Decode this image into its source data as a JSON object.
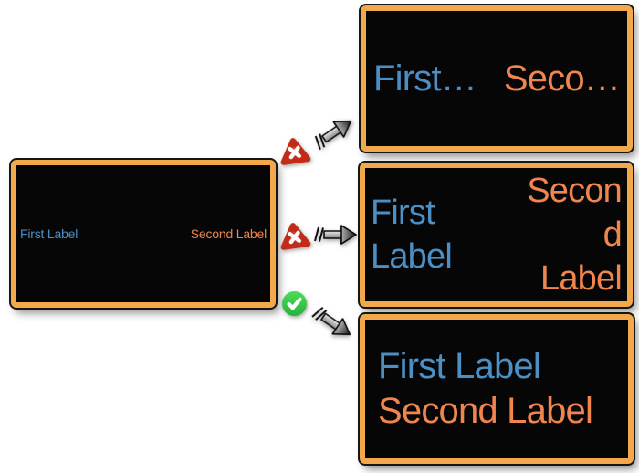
{
  "source_box": {
    "first_label": "First Label",
    "second_label": "Second Label"
  },
  "results": {
    "truncated": {
      "first": "First…",
      "second": "Seco…",
      "verdict": "fail"
    },
    "wrapped": {
      "first_lines": [
        "First",
        "Label"
      ],
      "second_lines": [
        "Secon",
        "d",
        "Label"
      ],
      "verdict": "fail"
    },
    "stacked": {
      "first": "First Label",
      "second": "Second Label",
      "verdict": "pass"
    }
  },
  "icons": {
    "fail": "x-triangle-icon",
    "pass": "check-circle-icon",
    "arrow": "arrow-icon"
  },
  "colors": {
    "first_label_blue": "#4C8FC4",
    "second_label_orange": "#F0854E",
    "frame_orange": "#F2A94C",
    "panel_background": "#060606",
    "fail_red": "#C9301C",
    "pass_green": "#35C647",
    "page_background": "#FFFFFF"
  }
}
